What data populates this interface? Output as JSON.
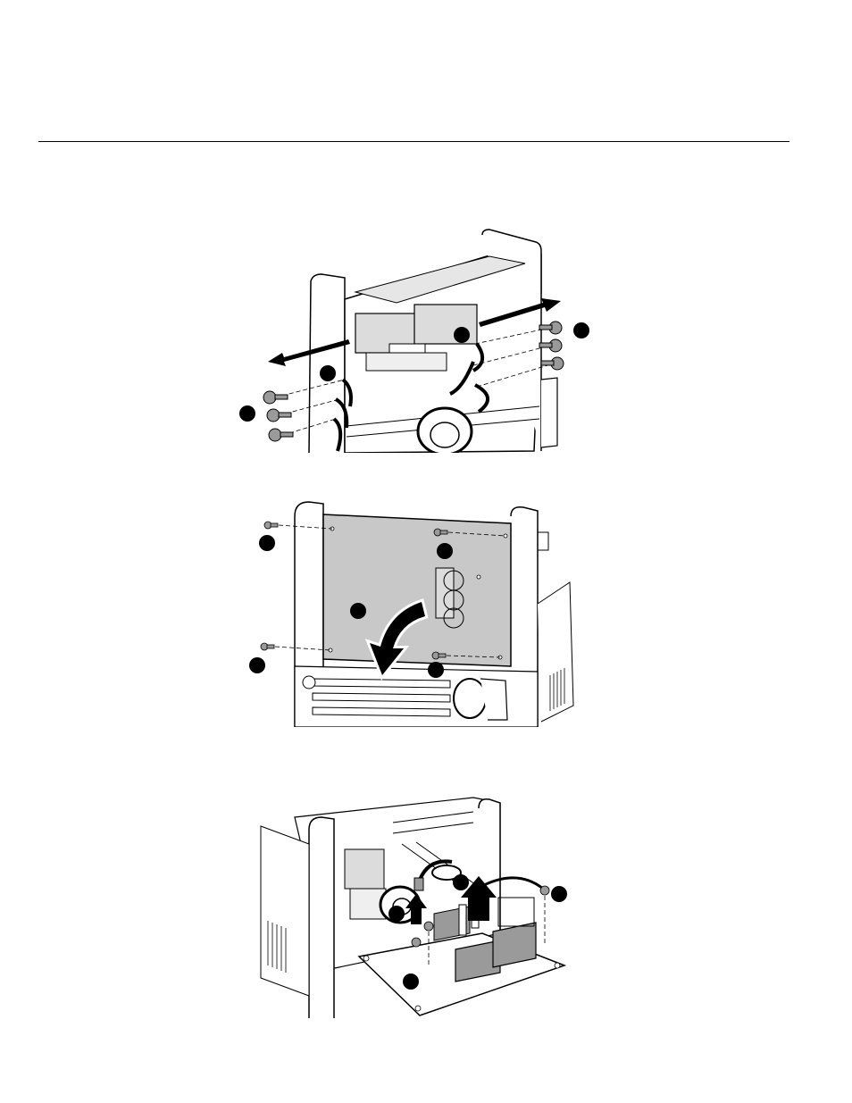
{
  "document": {
    "figures": [
      {
        "id": "fig1",
        "depicts": "terminal-screws-removal"
      },
      {
        "id": "fig2",
        "depicts": "rear-panel-removal"
      },
      {
        "id": "fig3",
        "depicts": "board-removal"
      }
    ],
    "colors": {
      "ink": "#000000",
      "panel_gray": "#c8c8c8",
      "part_gray": "#9a9a9a",
      "light_gray": "#dcdcdc"
    }
  }
}
